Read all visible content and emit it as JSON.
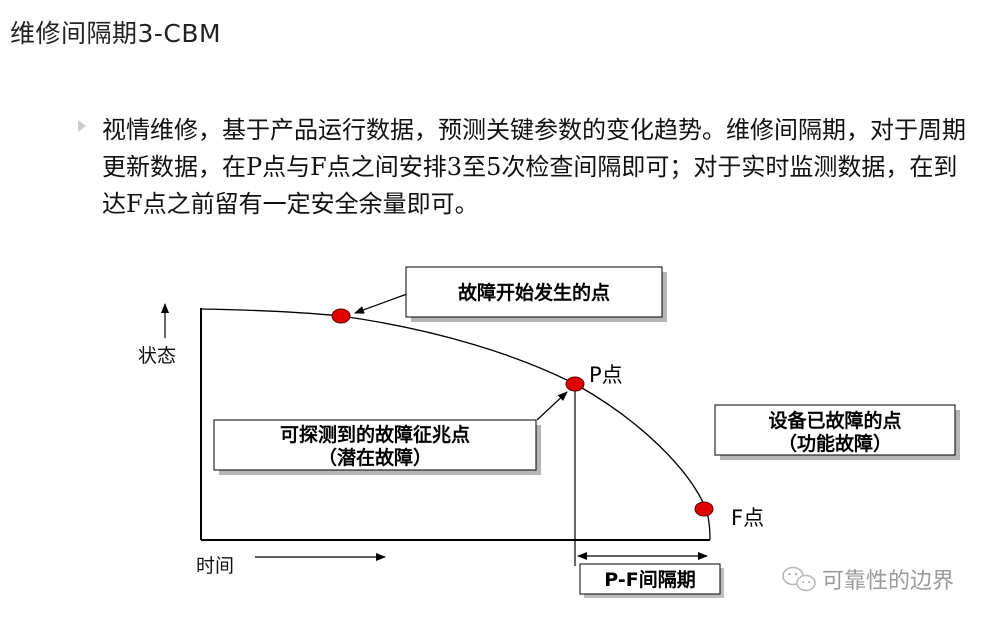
{
  "page": {
    "title": "维修间隔期3-CBM",
    "bullet": "视情维修，基于产品运行数据，预测关键参数的变化趋势。维修间隔期，对于周期更新数据，在P点与F点之间安排3至5次检查间隔即可；对于实时监测数据，在到达F点之前留有一定安全余量即可。"
  },
  "diagram": {
    "y_axis_label": "状态",
    "x_axis_label": "时间",
    "callout_failure_start": "故障开始发生的点",
    "callout_potential_line1": "可探测到的故障征兆点",
    "callout_potential_line2": "（潜在故障）",
    "callout_functional_line1": "设备已故障的点",
    "callout_functional_line2": "（功能故障）",
    "p_point_label": "P点",
    "f_point_label": "F点",
    "interval_label": "P-F间隔期"
  },
  "watermark": {
    "text": "可靠性的边界",
    "icon": "wechat-icon"
  },
  "colors": {
    "point_fill": "#e00000",
    "box_shadow": "#b0b0b0",
    "line": "#000000"
  }
}
